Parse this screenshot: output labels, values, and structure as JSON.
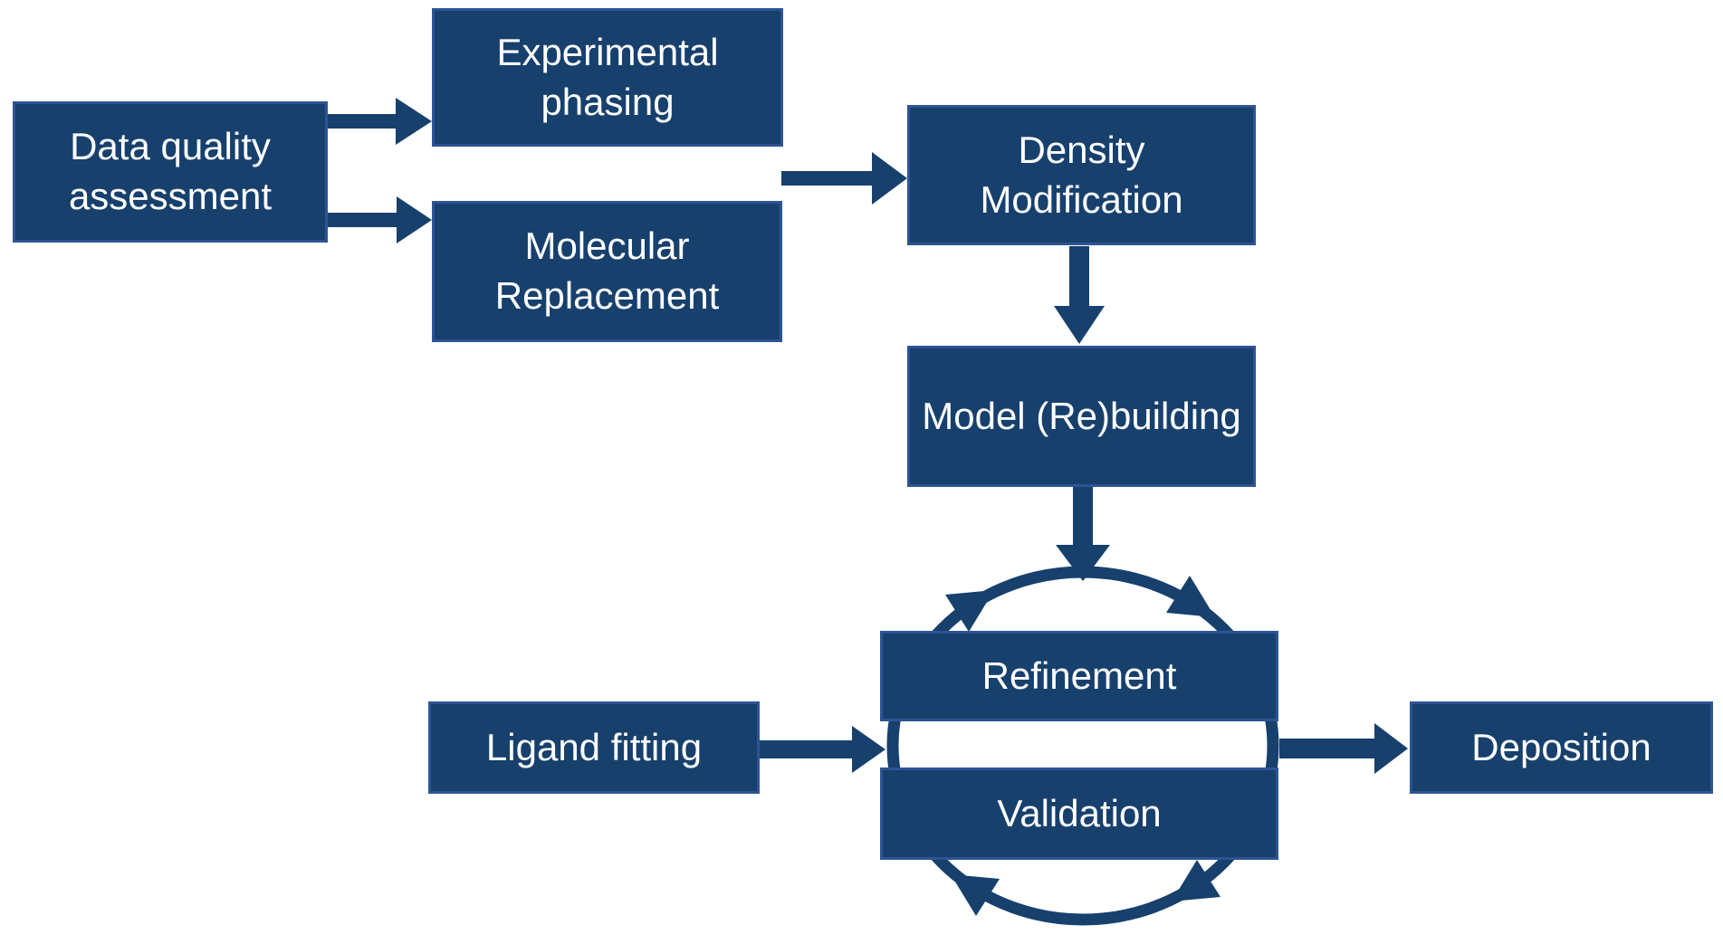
{
  "diagram": {
    "type": "flowchart",
    "description": "Crystallographic structure solution workflow",
    "nodes": {
      "data_quality": {
        "label": "Data quality assessment"
      },
      "experimental_phasing": {
        "label": "Experimental phasing"
      },
      "molecular_replacement": {
        "label": "Molecular Replacement"
      },
      "density_modification": {
        "label": "Density Modification"
      },
      "model_rebuilding": {
        "label": "Model (Re)building"
      },
      "refinement": {
        "label": "Refinement"
      },
      "validation": {
        "label": "Validation"
      },
      "ligand_fitting": {
        "label": "Ligand fitting"
      },
      "deposition": {
        "label": "Deposition"
      }
    },
    "connections": [
      {
        "from": "Data quality assessment",
        "to": "Experimental phasing"
      },
      {
        "from": "Data quality assessment",
        "to": "Molecular Replacement"
      },
      {
        "from": "Experimental phasing / Molecular Replacement",
        "to": "Density Modification"
      },
      {
        "from": "Density Modification",
        "to": "Model (Re)building"
      },
      {
        "from": "Model (Re)building",
        "to": "Refinement-Validation cycle"
      },
      {
        "from": "Ligand fitting",
        "to": "Refinement-Validation cycle"
      },
      {
        "from": "Refinement-Validation cycle",
        "to": "Deposition"
      }
    ],
    "cycle": {
      "members": [
        "Refinement",
        "Validation"
      ],
      "direction": "clockwise",
      "arrowhead_count": 4
    },
    "colors": {
      "node_fill": "#17406D",
      "node_border": "#2E5494",
      "arrow": "#17406D",
      "text": "#FFFFFF",
      "background": "#FFFFFF"
    }
  }
}
